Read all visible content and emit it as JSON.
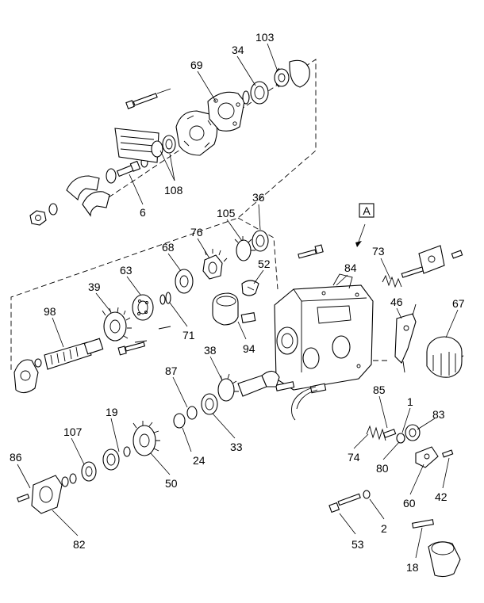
{
  "callouts": {
    "c103": "103",
    "c34": "34",
    "c69": "69",
    "c108": "108",
    "c6": "6",
    "c36": "36",
    "c105": "105",
    "c76": "76",
    "c68": "68",
    "c52": "52",
    "c63": "63",
    "c39": "39",
    "c98": "98",
    "c71": "71",
    "c94": "94",
    "c84": "84",
    "c73": "73",
    "c46": "46",
    "c67": "67",
    "c38": "38",
    "c87": "87",
    "c19": "19",
    "c107": "107",
    "c24": "24",
    "c33": "33",
    "c50": "50",
    "c86": "86",
    "c82": "82",
    "c85": "85",
    "c1": "1",
    "c83": "83",
    "c74": "74",
    "c80": "80",
    "c60": "60",
    "c42": "42",
    "c53": "53",
    "c2": "2",
    "c18": "18"
  },
  "view_label": "A"
}
